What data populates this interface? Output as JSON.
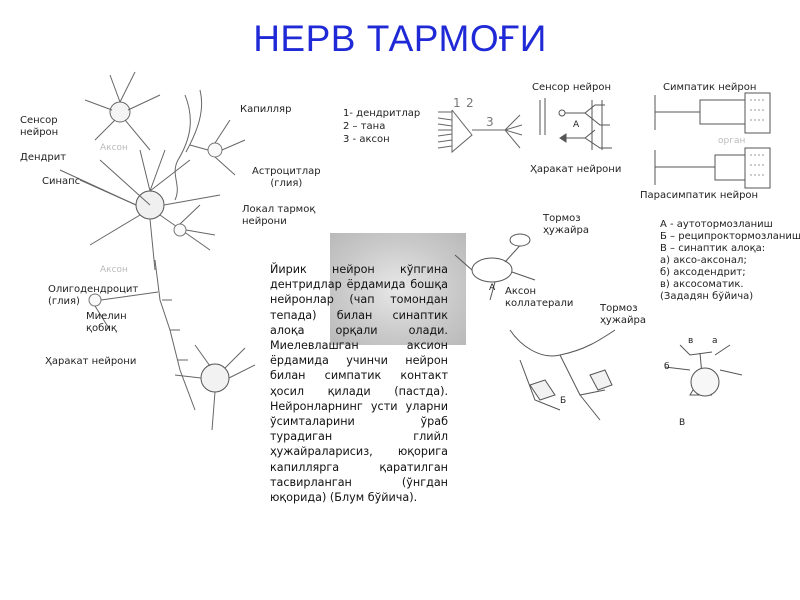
{
  "title": "НЕРВ ТАРМОҒИ",
  "left_labels": {
    "sensor_neuron": "Сенсор\nнейрон",
    "dendrite": "Дендрит",
    "synapse": "Синапс",
    "capillary": "Капилляр",
    "astrocytes": "Астроцитлар\n(глия)",
    "local_network": "Локал тармоқ\nнейрони",
    "oligodendrocyte": "Олигодендроцит\n(глия)",
    "myelin": "Миелин\nқобиқ",
    "motor_neuron": "Ҳаракат нейрони",
    "axon_faint_1": "Аксон",
    "axon_faint_2": "Аксон"
  },
  "legend_dendrite": {
    "line1": "1- дендритлар",
    "line2": "2 – тана",
    "line3": "3 - аксон",
    "num1": "1",
    "num2": "2",
    "num3": "3"
  },
  "reflex": {
    "sensor_label": "Сенсор нейрон",
    "motor_label": "Ҳаракат нейрони",
    "letter_a": "А"
  },
  "autonomic": {
    "sympathetic": "Симпатик нейрон",
    "organ": "орган",
    "parasympathetic": "Парасимпатик нейрон"
  },
  "inhibitory": {
    "label1": "Тормоз\nҳужайра",
    "label2": "Тормоз\nҳужайра",
    "axon_collateral": "Аксон\nколлатерали",
    "letter_a": "А",
    "letter_b": "Б",
    "letter_v": "В",
    "letter_v2": "в",
    "letter_a2": "а",
    "letter_b2": "б"
  },
  "inhibition_legend": [
    "А - аутотормозланиш",
    "Б – реципроктормозланиш",
    "В – синаптик алоқа:",
    "а) аксо-аксонал;",
    "б) аксодендрит;",
    "в) аксосоматик.",
    "(Зададян бўйича)"
  ],
  "paragraph": "Йирик нейрон кўпгина дентридлар ёрдамида бошқа нейронлар (чап томондан тепада) билан синаптик алоқа орқали олади. Миелевлашган аксион ёрдамида учинчи нейрон билан симпатик контакт ҳосил қилади (пастда). Нейронларнинг усти уларни ўсимталарини ўраб турадиган глийл ҳужайраларисиз, юқорига капиллярга қаратилган тасвирланган (ўнгдан юқорида) (Блум бўйича)."
}
